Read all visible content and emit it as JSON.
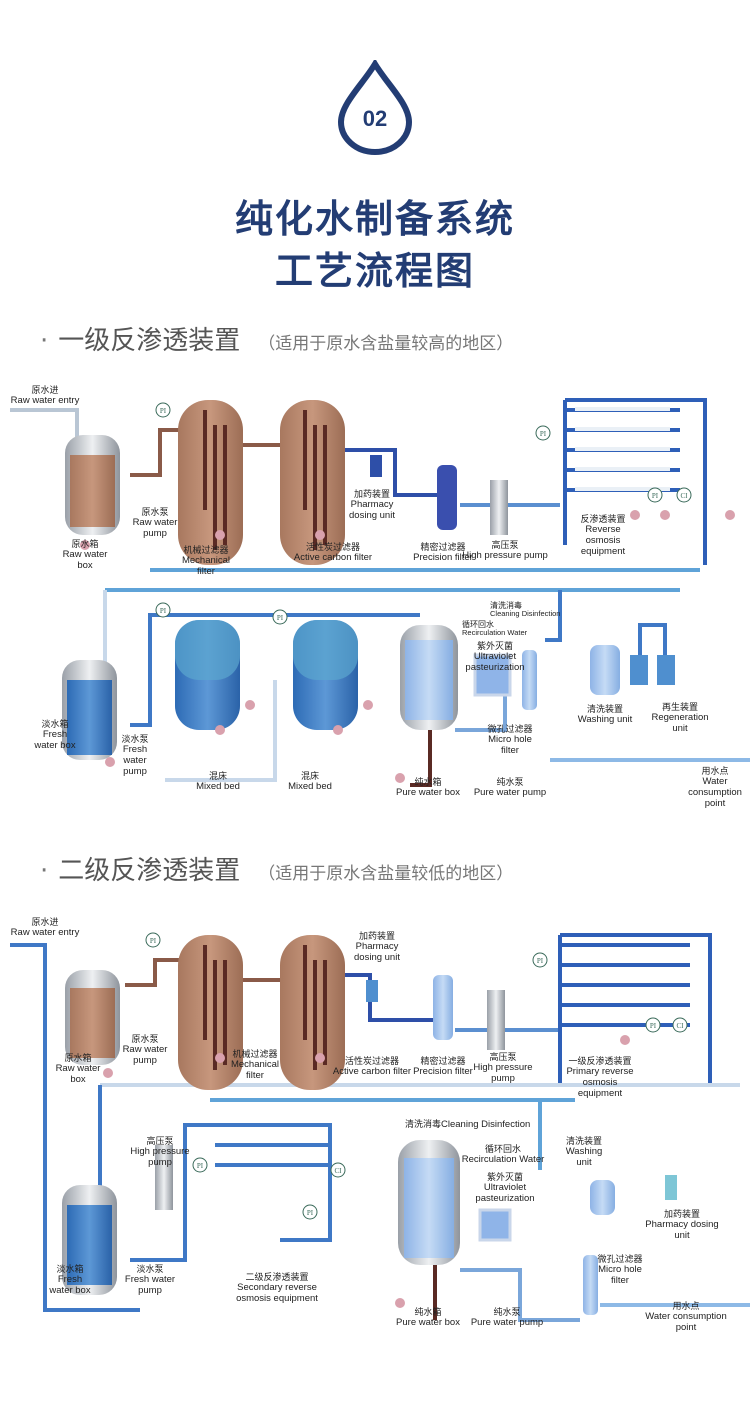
{
  "header": {
    "badge_number": "02",
    "title_line1": "纯化水制备系统",
    "title_line2": "工艺流程图"
  },
  "colors": {
    "title": "#233d74",
    "pipe_blue": "#3f78c6",
    "pipe_brown": "#5a2a24",
    "tank_brown": "#b98a72",
    "tank_blue": "#3f7cc4"
  },
  "sections": [
    {
      "heading": "一级反渗透装置",
      "note": "（适用于原水含盐量较高的地区）",
      "labels": {
        "raw_entry": {
          "zh": "原水进",
          "en": "Raw water entry"
        },
        "raw_box": {
          "zh": "原水箱",
          "en": "Raw water box"
        },
        "raw_pump": {
          "zh": "原水泵",
          "en": "Raw water pump"
        },
        "mech_filter": {
          "zh": "机械过滤器",
          "en": "Mechanical filter"
        },
        "carbon_filter": {
          "zh": "活性炭过滤器",
          "en": "Active carbon filter"
        },
        "dosing": {
          "zh": "加药装置",
          "en": "Pharmacy dosing unit"
        },
        "precision": {
          "zh": "精密过滤器",
          "en": "Precision filter"
        },
        "hp_pump": {
          "zh": "高压泵",
          "en": "High pressure pump"
        },
        "ro": {
          "zh": "反渗透装置",
          "en": "Reverse osmosis equipment"
        },
        "cleaning": {
          "zh": "清洗消毒",
          "en": "Cleaning Disinfection"
        },
        "recirc": {
          "zh": "循环回水",
          "en": "Recirculation Water"
        },
        "uv": {
          "zh": "紫外灭菌",
          "en": "Ultraviolet pasteurization"
        },
        "fresh_box": {
          "zh": "淡水箱",
          "en": "Fresh water box"
        },
        "fresh_pump": {
          "zh": "淡水泵",
          "en": "Fresh water pump"
        },
        "mixed_bed_1": {
          "zh": "混床",
          "en": "Mixed bed"
        },
        "mixed_bed_2": {
          "zh": "混床",
          "en": "Mixed bed"
        },
        "micro_filter": {
          "zh": "微孔过滤器",
          "en": "Micro hole filter"
        },
        "pure_box": {
          "zh": "纯水箱",
          "en": "Pure water box"
        },
        "pure_pump": {
          "zh": "纯水泵",
          "en": "Pure water pump"
        },
        "washing": {
          "zh": "清洗装置",
          "en": "Washing unit"
        },
        "regen": {
          "zh": "再生装置",
          "en": "Regeneration unit"
        },
        "consumption": {
          "zh": "用水点",
          "en": "Water consumption point"
        }
      }
    },
    {
      "heading": "二级反渗透装置",
      "note": "（适用于原水含盐量较低的地区）",
      "labels": {
        "raw_entry": {
          "zh": "原水进",
          "en": "Raw water entry"
        },
        "raw_box": {
          "zh": "原水箱",
          "en": "Raw water box"
        },
        "raw_pump": {
          "zh": "原水泵",
          "en": "Raw water pump"
        },
        "mech_filter": {
          "zh": "机械过滤器",
          "en": "Mechanical filter"
        },
        "dosing": {
          "zh": "加药装置",
          "en": "Pharmacy dosing unit"
        },
        "carbon_filter": {
          "zh": "活性炭过滤器",
          "en": "Active carbon filter"
        },
        "precision": {
          "zh": "精密过滤器",
          "en": "Precision filter"
        },
        "hp_pump": {
          "zh": "高压泵",
          "en": "High pressure pump"
        },
        "primary_ro": {
          "zh": "一级反渗透装置",
          "en": "Primary reverse osmosis equipment"
        },
        "cleaning": {
          "zh": "清洗消毒",
          "en": "Cleaning Disinfection"
        },
        "recirc": {
          "zh": "循环回水",
          "en": "Recirculation Water"
        },
        "uv": {
          "zh": "紫外灭菌",
          "en": "Ultraviolet pasteurization"
        },
        "washing": {
          "zh": "清洗装置",
          "en": "Washing unit"
        },
        "dosing_2": {
          "zh": "加药装置",
          "en": "Pharmacy dosing unit"
        },
        "hp_pump_2": {
          "zh": "高压泵",
          "en": "High pressure pump"
        },
        "fresh_box": {
          "zh": "淡水箱",
          "en": "Fresh water box"
        },
        "fresh_pump": {
          "zh": "淡水泵",
          "en": "Fresh water pump"
        },
        "secondary_ro": {
          "zh": "二级反渗透装置",
          "en": "Secondary reverse osmosis equipment"
        },
        "micro_filter": {
          "zh": "微孔过滤器",
          "en": "Micro hole filter"
        },
        "pure_box": {
          "zh": "纯水箱",
          "en": "Pure water box"
        },
        "pure_pump": {
          "zh": "纯水泵",
          "en": "Pure water pump"
        },
        "consumption": {
          "zh": "用水点",
          "en": "Water consumption point"
        }
      }
    }
  ],
  "gauges": {
    "pressure": "PI",
    "conductivity": "CI"
  }
}
